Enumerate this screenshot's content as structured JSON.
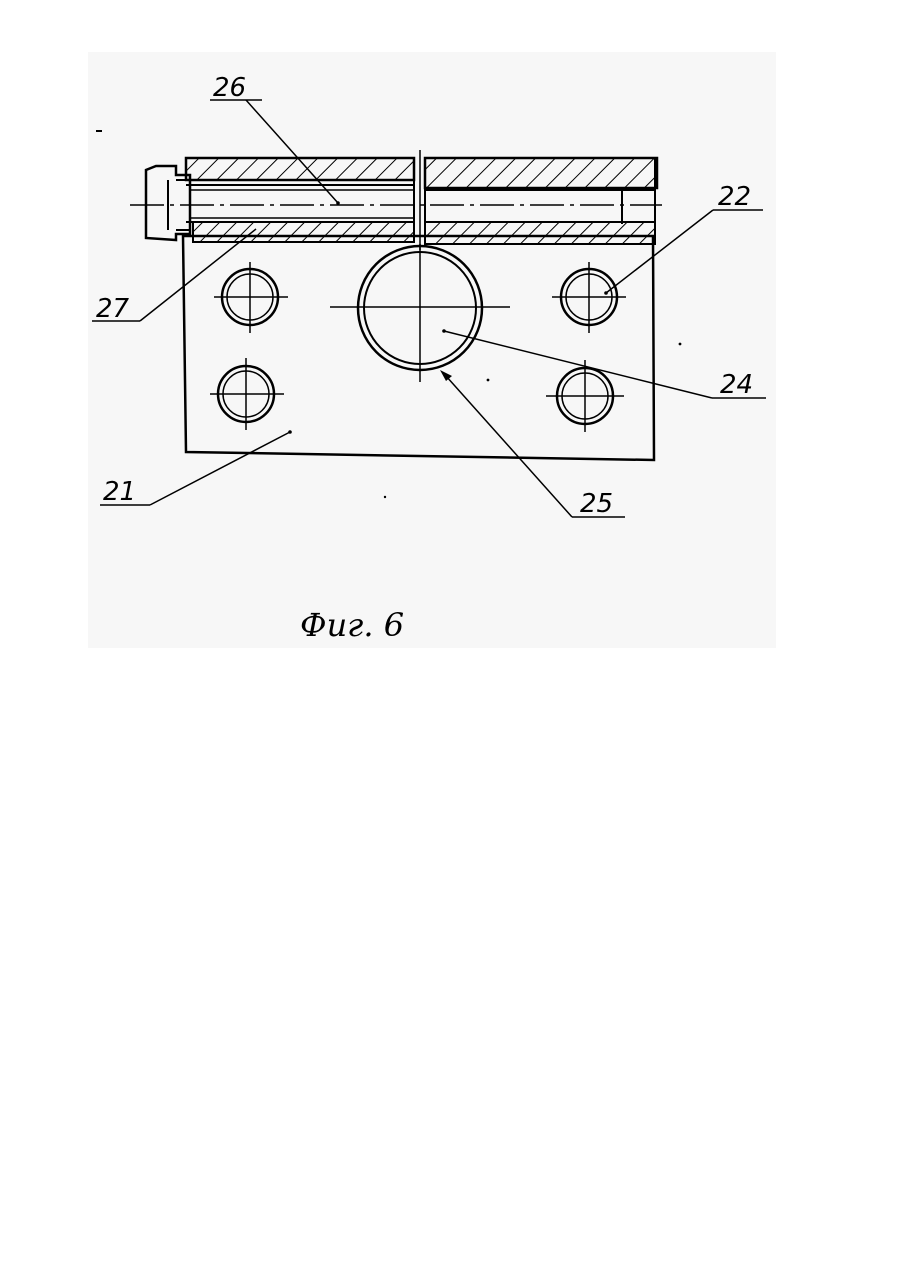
{
  "figure": {
    "caption": "Фиг. 6",
    "labels": {
      "l21": "21",
      "l22": "22",
      "l24": "24",
      "l25": "25",
      "l26": "26",
      "l27": "27"
    }
  }
}
